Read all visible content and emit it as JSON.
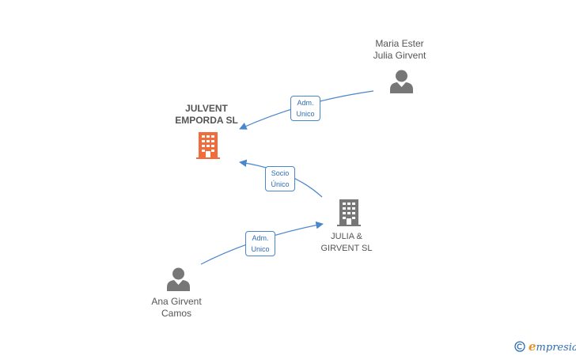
{
  "nodes": {
    "julvent": {
      "line1": "JULVENT",
      "line2": "EMPORDA  SL"
    },
    "julia_girvent_sl": {
      "line1": "JULIA &",
      "line2": "GIRVENT SL"
    },
    "maria": {
      "line1": "Maria Ester",
      "line2": "Julia Girvent"
    },
    "ana": {
      "line1": "Ana Girvent",
      "line2": "Camos"
    }
  },
  "edges": {
    "maria_to_julvent": {
      "line1": "Adm.",
      "line2": "Unico"
    },
    "julia_sl_to_julvent": {
      "line1": "Socio",
      "line2": "Único"
    },
    "ana_to_julia_sl": {
      "line1": "Adm.",
      "line2": "Unico"
    }
  },
  "footer": {
    "copyright_symbol": "©",
    "brand_first": "e",
    "brand_rest": "mpresia"
  },
  "colors": {
    "main_company": "#f26b3a",
    "company": "#777777",
    "person": "#777777",
    "edge": "#4a86cc",
    "brand_accent": "#e8932a",
    "brand_blue": "#2f6db3"
  }
}
